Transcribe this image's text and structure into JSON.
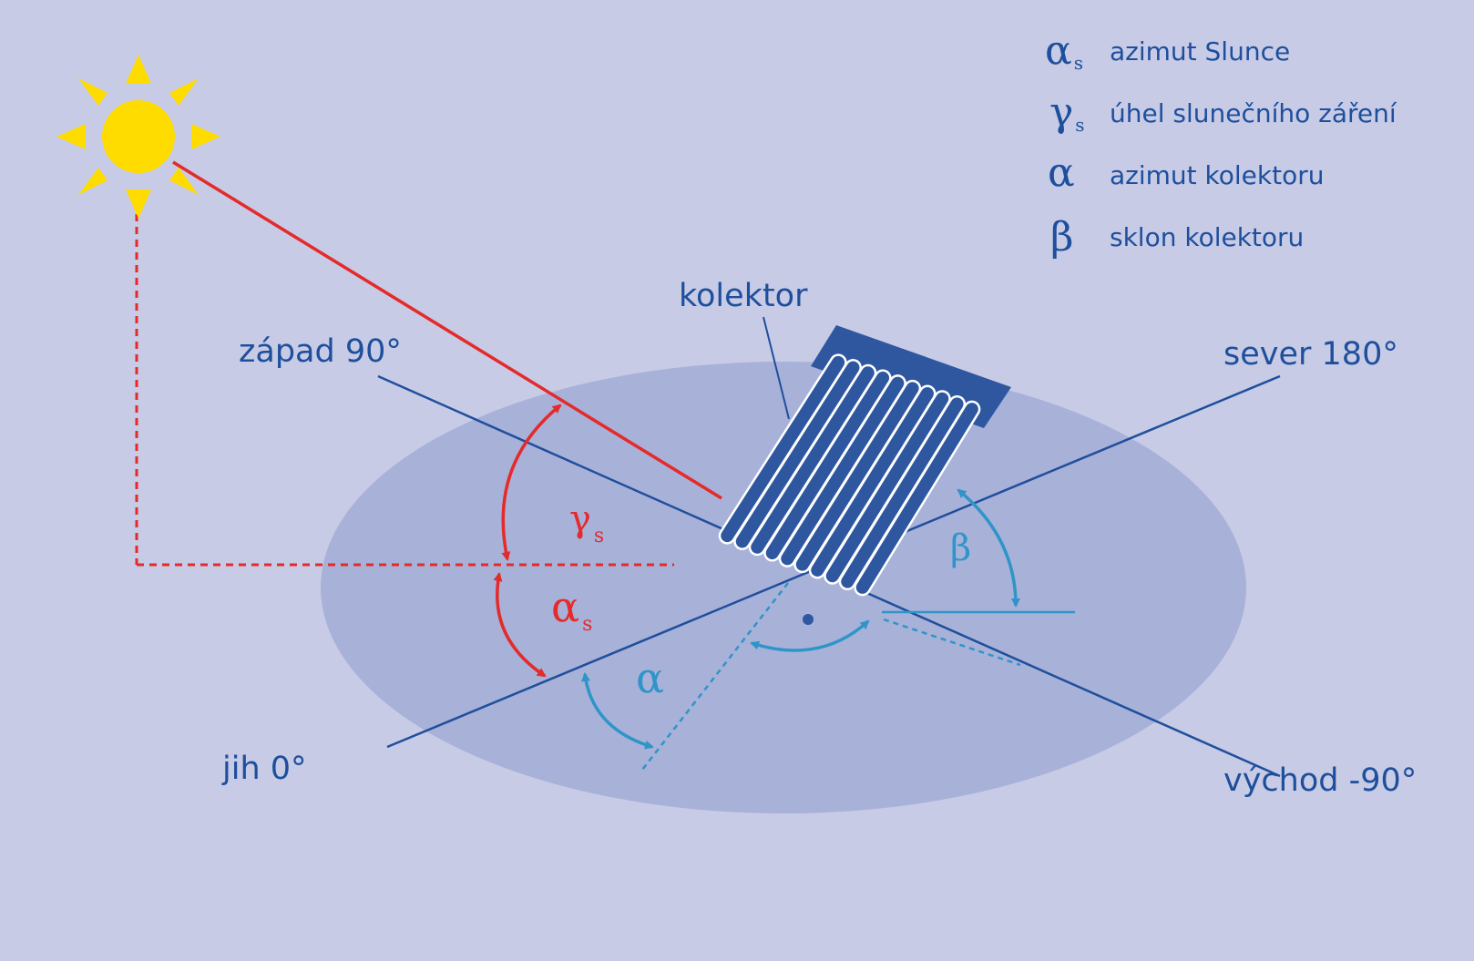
{
  "colors": {
    "background": "#c8cbe6",
    "ground": "#a8b1d8",
    "axis": "#1e4f9c",
    "sun_ray": "#e42a2a",
    "collector_angles": "#2f95c9",
    "sun": "#ffdc00",
    "collector": "#2f57a0"
  },
  "legend": [
    {
      "symbol": "α",
      "sub": "s",
      "text": "azimut Slunce"
    },
    {
      "symbol": "γ",
      "sub": "s",
      "text": "úhel slunečního záření"
    },
    {
      "symbol": "α",
      "sub": "",
      "text": "azimut kolektoru"
    },
    {
      "symbol": "β",
      "sub": "",
      "text": "sklon kolektoru"
    }
  ],
  "directions": {
    "west": "západ 90°",
    "north": "sever 180°",
    "south": "jih 0°",
    "east": "východ -90°"
  },
  "collector_label": "kolektor",
  "angles": {
    "gamma_s": {
      "symbol": "γ",
      "sub": "s"
    },
    "alpha_s": {
      "symbol": "α",
      "sub": "s"
    },
    "alpha": "α",
    "beta": "β"
  },
  "icons": {
    "sun": "sun-icon",
    "collector": "solar-collector-icon"
  }
}
